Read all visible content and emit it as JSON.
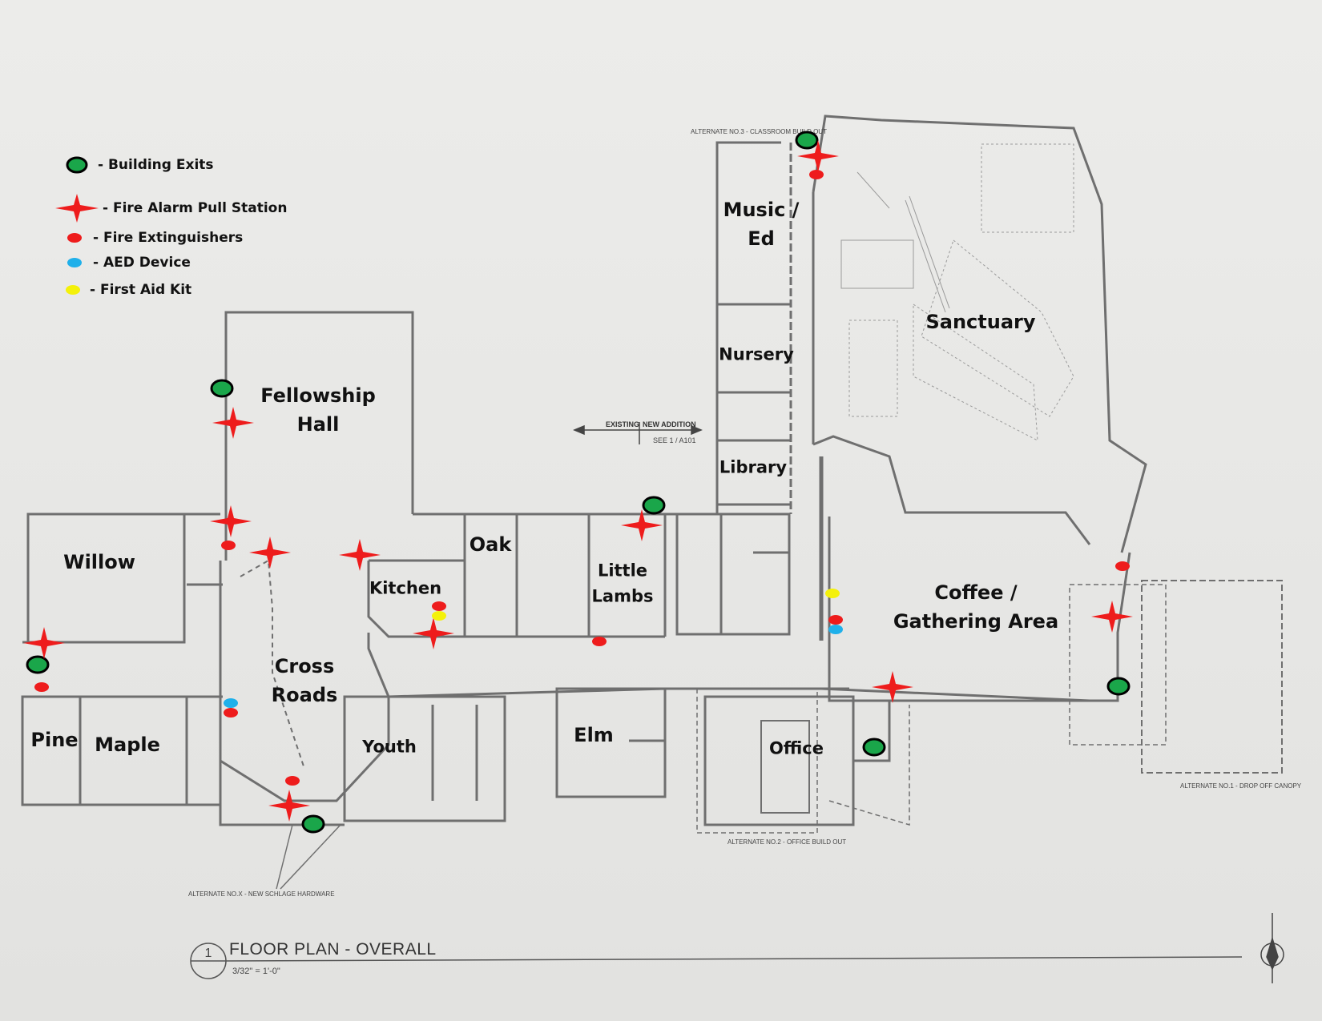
{
  "legend": [
    {
      "symbol": "green-circle",
      "color": "#1aa64a",
      "label": "- Building Exits"
    },
    {
      "symbol": "red-star",
      "color": "#ee1c1c",
      "label": "- Fire Alarm Pull Station"
    },
    {
      "symbol": "red-dot",
      "color": "#ee1c1c",
      "label": "- Fire Extinguishers"
    },
    {
      "symbol": "blue-dot",
      "color": "#1fb0ea",
      "label": "- AED Device"
    },
    {
      "symbol": "yellow-dot",
      "color": "#f4f10a",
      "label": "- First Aid Kit"
    }
  ],
  "rooms": {
    "music_ed": "Music /\nEd",
    "nursery": "Nursery",
    "library": "Library",
    "sanctuary": "Sanctuary",
    "fellowship_hall": "Fellowship\nHall",
    "willow": "Willow",
    "oak": "Oak",
    "kitchen": "Kitchen",
    "little_lambs": "Little\nLambs",
    "coffee_gathering": "Coffee /\nGathering Area",
    "cross_roads": "Cross\nRoads",
    "pine": "Pine",
    "maple": "Maple",
    "youth": "Youth",
    "elm": "Elm",
    "office": "Office"
  },
  "annotations": {
    "existing": "EXISTING",
    "new_addition": "NEW ADDITION",
    "see_sheet": "SEE 1 / A101",
    "alternate_3": "ALTERNATE NO.3 - CLASSROOM BUILD OUT",
    "alternate_2": "ALTERNATE NO.2 - OFFICE BUILD OUT",
    "alternate_1": "ALTERNATE NO.1 - DROP OFF CANOPY",
    "alternate_x": "ALTERNATE NO.X - NEW SCHLAGE HARDWARE"
  },
  "title_block": {
    "title": "FLOOR PLAN - OVERALL",
    "scale": "3/32\" = 1'-0\""
  }
}
